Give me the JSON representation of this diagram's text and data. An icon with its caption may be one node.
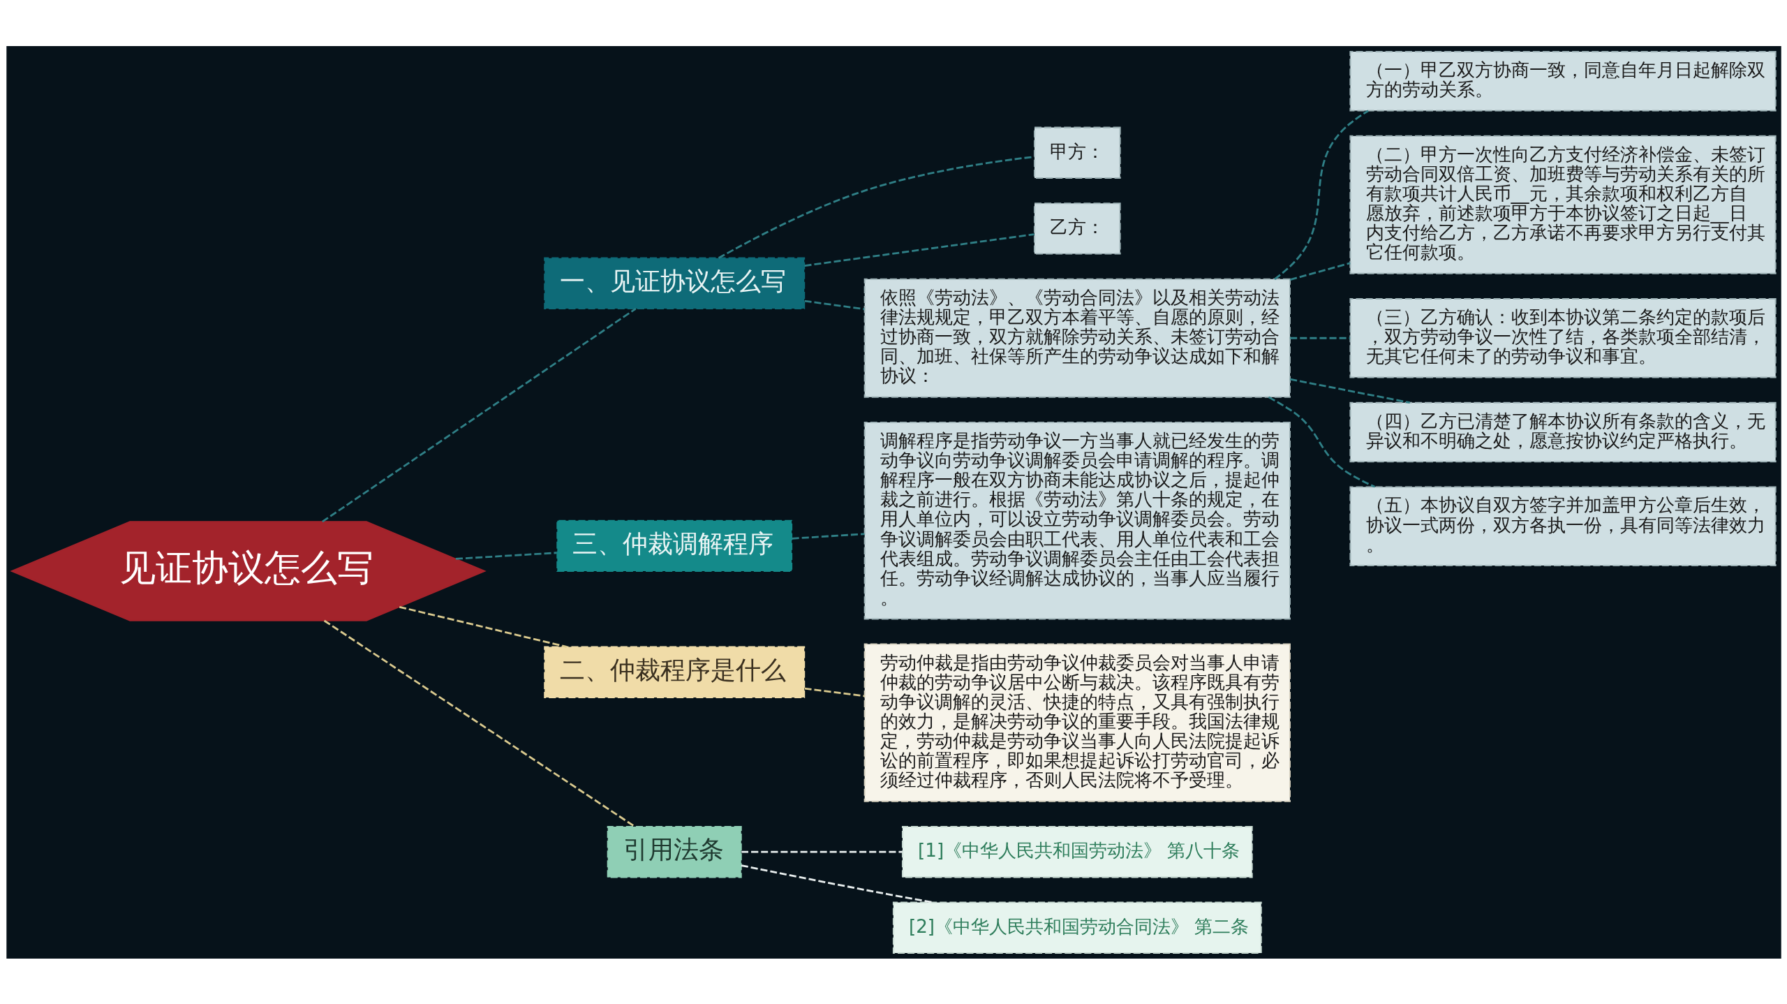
{
  "diagram": {
    "nodes": [
      {
        "text": [
          "见证协议怎么写"
        ]
      },
      {
        "text": [
          "一、见证协议怎么写"
        ]
      },
      {
        "text": [
          "甲方："
        ]
      },
      {
        "text": [
          "乙方："
        ]
      },
      {
        "text": [
          "依照《劳动法》、《劳动合同法》以及相关劳动法律法规规定，甲乙双方本着平等、自愿的原则，经过协商一致，双方就解除劳动关系、未签订劳动合同、加班、社保等所产生的劳动争议达成如下和解协议："
        ]
      },
      {
        "text": [
          "（一）甲乙双方协商一致，同意自年月日起解除双方的劳动关系。"
        ]
      },
      {
        "text": [
          "（二）甲方一次性向乙方支付经济补偿金、未签订劳动合同双倍工资、加班费等与劳动关系有关的所有款项共计人民币__元，其余款项和权利乙方自愿放弃，前述款项甲方于本协议签订之日起__日内支付给乙方，乙方承诺不再要求甲方另行支付其它任何款项。"
        ]
      },
      {
        "text": [
          "（三）乙方确认：收到本协议第二条约定的款项后，双方劳动争议一次性了结，各类款项全部结清，无其它任何未了的劳动争议和事宜。"
        ]
      },
      {
        "text": [
          "（四）乙方已清楚了解本协议所有条款的含义，无异议和不明确之处，愿意按协议约定严格执行。"
        ]
      },
      {
        "text": [
          "（五）本协议自双方签字并加盖甲方公章后生效，协议一式两份，双方各执一份，具有同等法律效力。"
        ]
      },
      {
        "text": [
          "三、仲裁调解程序"
        ]
      },
      {
        "text": [
          "调解程序是指劳动争议一方当事人就已经发生的劳动争议向劳动争议调解委员会申请调解的程序。调解程序一般在双方协商未能达成协议之后，提起仲裁之前进行。根据《劳动法》第八十条的规定，在用人单位内，可以设立劳动争议调解委员会。劳动争议调解委员会由职工代表、用人单位代表和工会代表组成。劳动争议调解委员会主任由工会代表担任。劳动争议经调解达成协议的，当事人应当履行。"
        ]
      },
      {
        "text": [
          "二、仲裁程序是什么"
        ]
      },
      {
        "text": [
          "劳动仲裁是指由劳动争议仲裁委员会对当事人申请仲裁的劳动争议居中公断与裁决。该程序既具有劳动争议调解的灵活、快捷的特点，又具有强制执行的效力，是解决劳动争议的重要手段。我国法律规定，劳动仲裁是劳动争议当事人向人民法院提起诉讼的前置程序，即如果想提起诉讼打劳动官司，必须经过仲裁程序，否则人民法院将不予受理。"
        ]
      },
      {
        "text": [
          "引用法条"
        ]
      },
      {
        "text": [
          "[1]《中华人民共和国劳动法》 第八十条"
        ]
      },
      {
        "text": [
          "[2]《中华人民共和国劳动合同法》 第二条"
        ]
      }
    ],
    "edges": [
      {
        "from": 0,
        "to": 1,
        "arrow": "none",
        "style": "dashed"
      },
      {
        "from": 1,
        "to": 2,
        "arrow": "none",
        "style": "dashed"
      },
      {
        "from": 1,
        "to": 3,
        "arrow": "none",
        "style": "dashed"
      },
      {
        "from": 1,
        "to": 4,
        "arrow": "none",
        "style": "dashed"
      },
      {
        "from": 4,
        "to": 5,
        "arrow": "none",
        "style": "dashed"
      },
      {
        "from": 4,
        "to": 6,
        "arrow": "none",
        "style": "dashed"
      },
      {
        "from": 4,
        "to": 7,
        "arrow": "none",
        "style": "dashed"
      },
      {
        "from": 4,
        "to": 8,
        "arrow": "none",
        "style": "dashed"
      },
      {
        "from": 4,
        "to": 9,
        "arrow": "none",
        "style": "dashed"
      },
      {
        "from": 0,
        "to": 10,
        "arrow": "none",
        "style": "dashed"
      },
      {
        "from": 10,
        "to": 11,
        "arrow": "none",
        "style": "dashed"
      },
      {
        "from": 0,
        "to": 12,
        "arrow": "none",
        "style": "dashed",
        "color": "#d9c98e"
      },
      {
        "from": 12,
        "to": 13,
        "arrow": "none",
        "style": "dashed",
        "color": "#d9c98e"
      },
      {
        "from": 0,
        "to": 14,
        "arrow": "none",
        "style": "dashed",
        "color": "#d9c98e"
      },
      {
        "from": 14,
        "to": 15,
        "arrow": "none",
        "style": "dashed",
        "color": "#e8eeee"
      },
      {
        "from": 14,
        "to": 16,
        "arrow": "none",
        "style": "dashed",
        "color": "#e8eeee"
      }
    ]
  }
}
